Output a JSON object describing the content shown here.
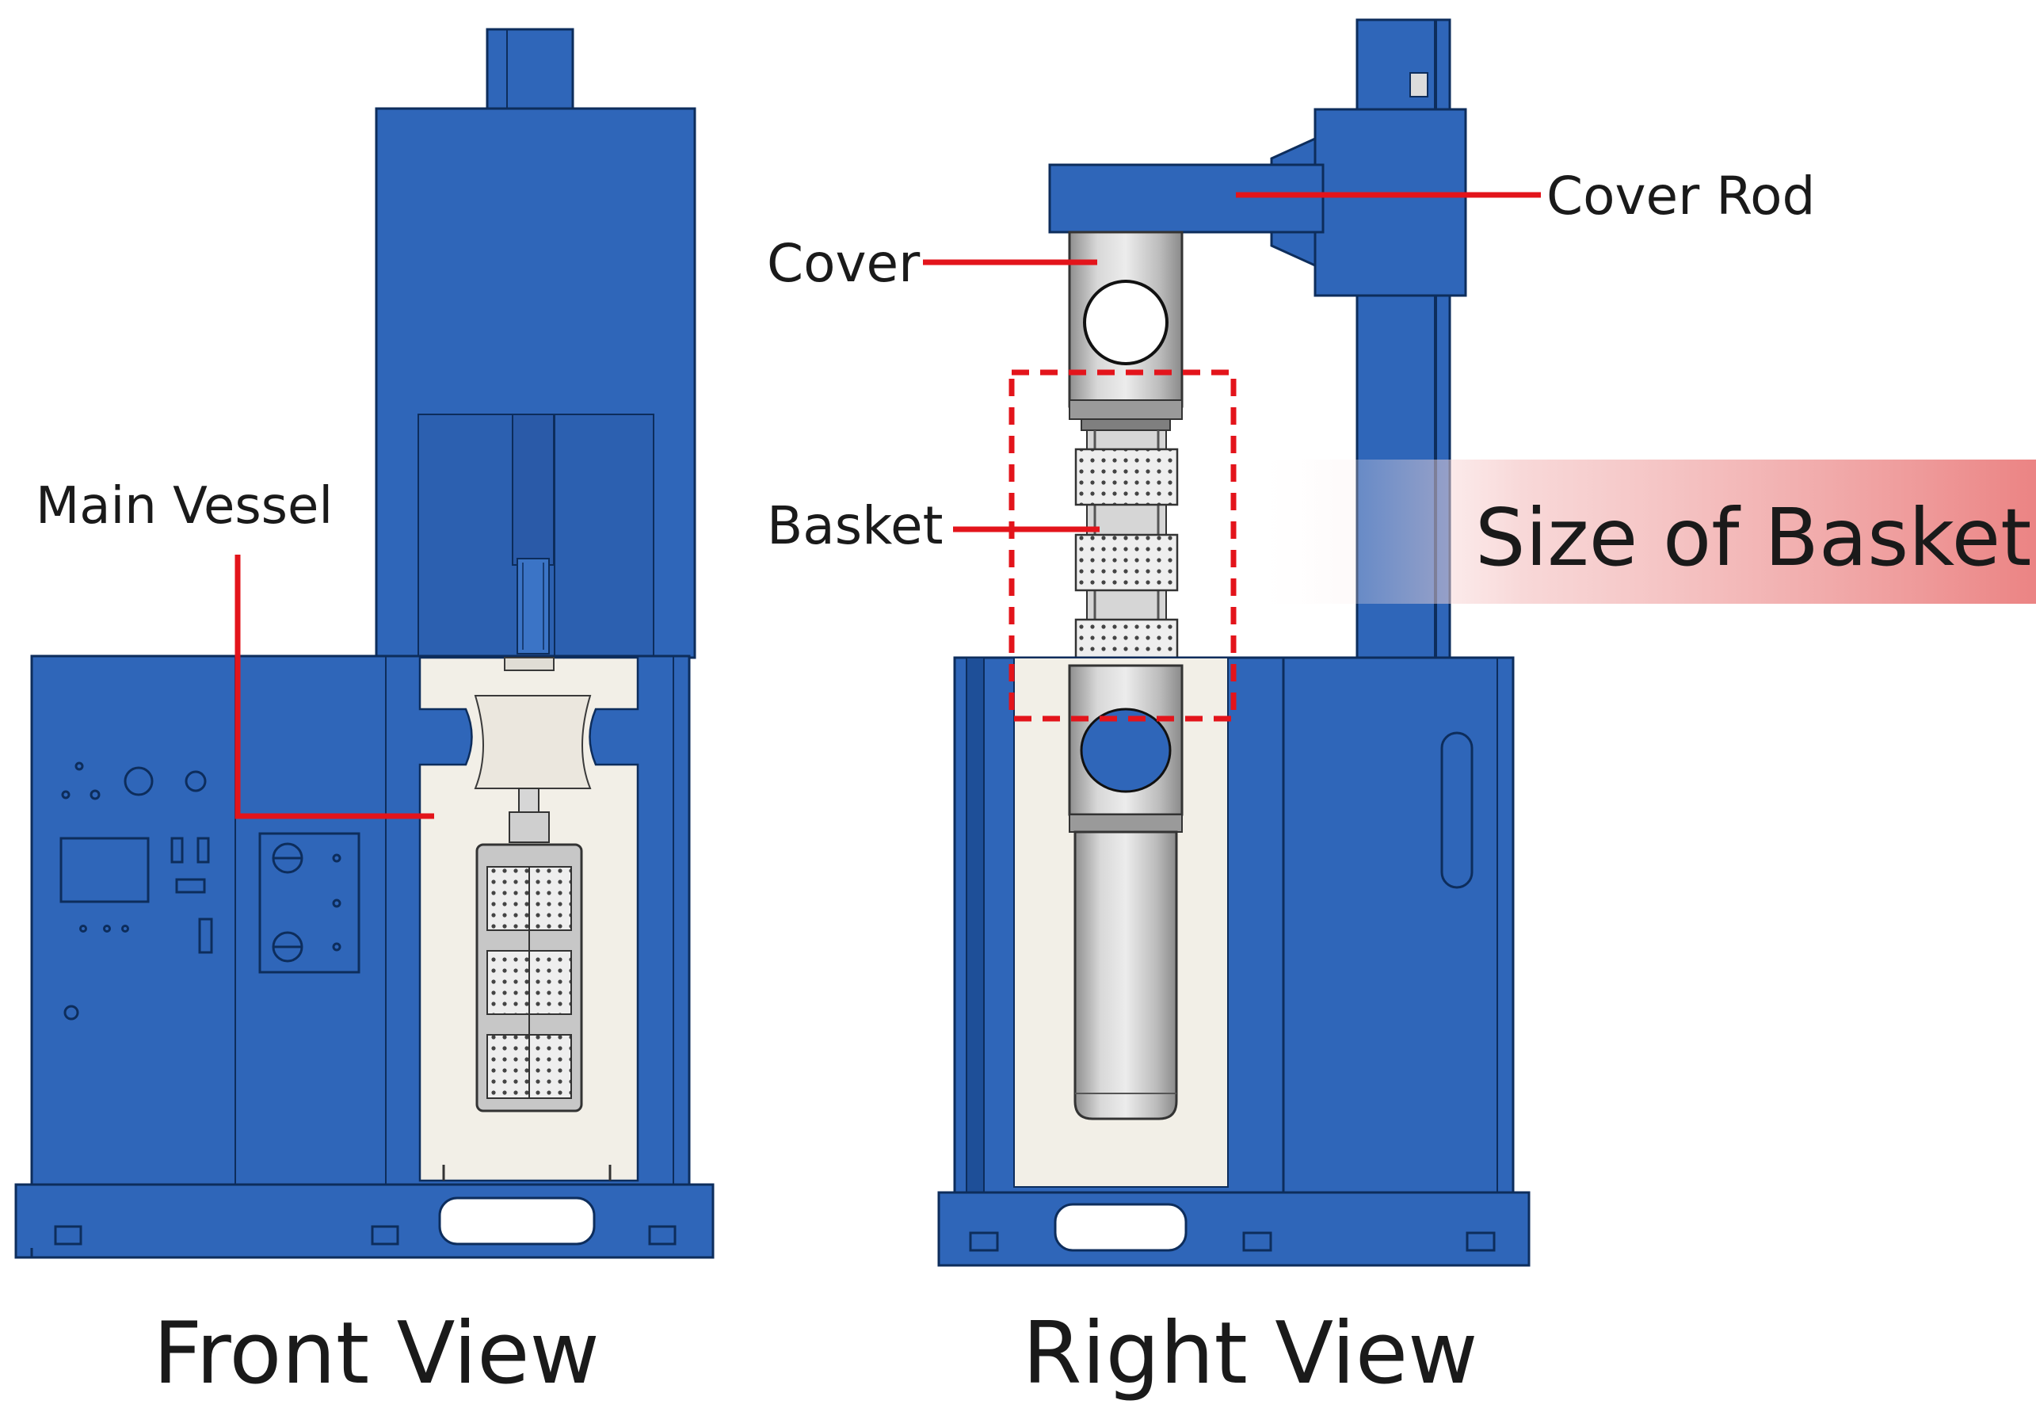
{
  "colors": {
    "machine_blue": "#2f66b9",
    "machine_blue_dark": "#1e4f98",
    "edge": "#0d2d5c",
    "vessel_interior": "#f2efe7",
    "steel": "#c9c9c9",
    "steel_dark": "#9a9a9a",
    "callout_red": "#e3141b",
    "highlight_red": "#ee8a8a"
  },
  "labels": {
    "main_vessel": "Main Vessel",
    "cover": "Cover",
    "cover_rod": "Cover Rod",
    "basket": "Basket",
    "size_of_basket": "Size of Basket"
  },
  "views": {
    "front": "Front View",
    "right": "Right View"
  }
}
